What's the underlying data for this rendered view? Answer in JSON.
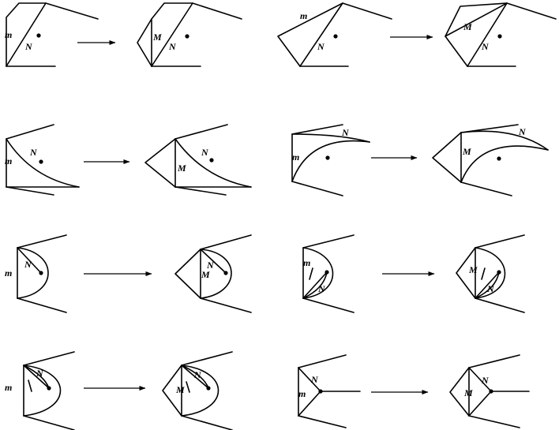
{
  "labels": {
    "m": "m",
    "M": "M",
    "N": "N"
  },
  "colors": {
    "stroke": "#000000",
    "background": "#ffffff"
  }
}
